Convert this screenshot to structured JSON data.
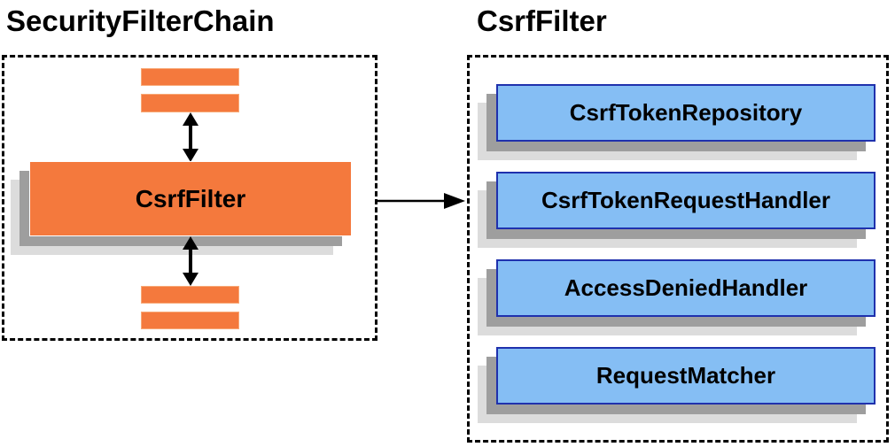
{
  "left_panel": {
    "title": "SecurityFilterChain",
    "main_filter_label": "CsrfFilter"
  },
  "right_panel": {
    "title": "CsrfFilter",
    "components": [
      "CsrfTokenRepository",
      "CsrfTokenRequestHandler",
      "AccessDeniedHandler",
      "RequestMatcher"
    ]
  },
  "icons": {
    "vertical_arrows": "double-headed-arrow-icon",
    "horizontal_arrow": "right-arrow-icon"
  },
  "colors": {
    "page_bg": "#FFFFFF",
    "text_black": "#000000",
    "line_black": "#000000",
    "orange_fill": "#F4793D",
    "orange_bar_border": "#F8A977",
    "box_highlight": "#FFFFFF",
    "blue_fill": "#85BEF4",
    "blue_border": "#1F31AD",
    "shadow_dark": "#9E9E9E",
    "shadow_light": "#DCDCDC"
  }
}
